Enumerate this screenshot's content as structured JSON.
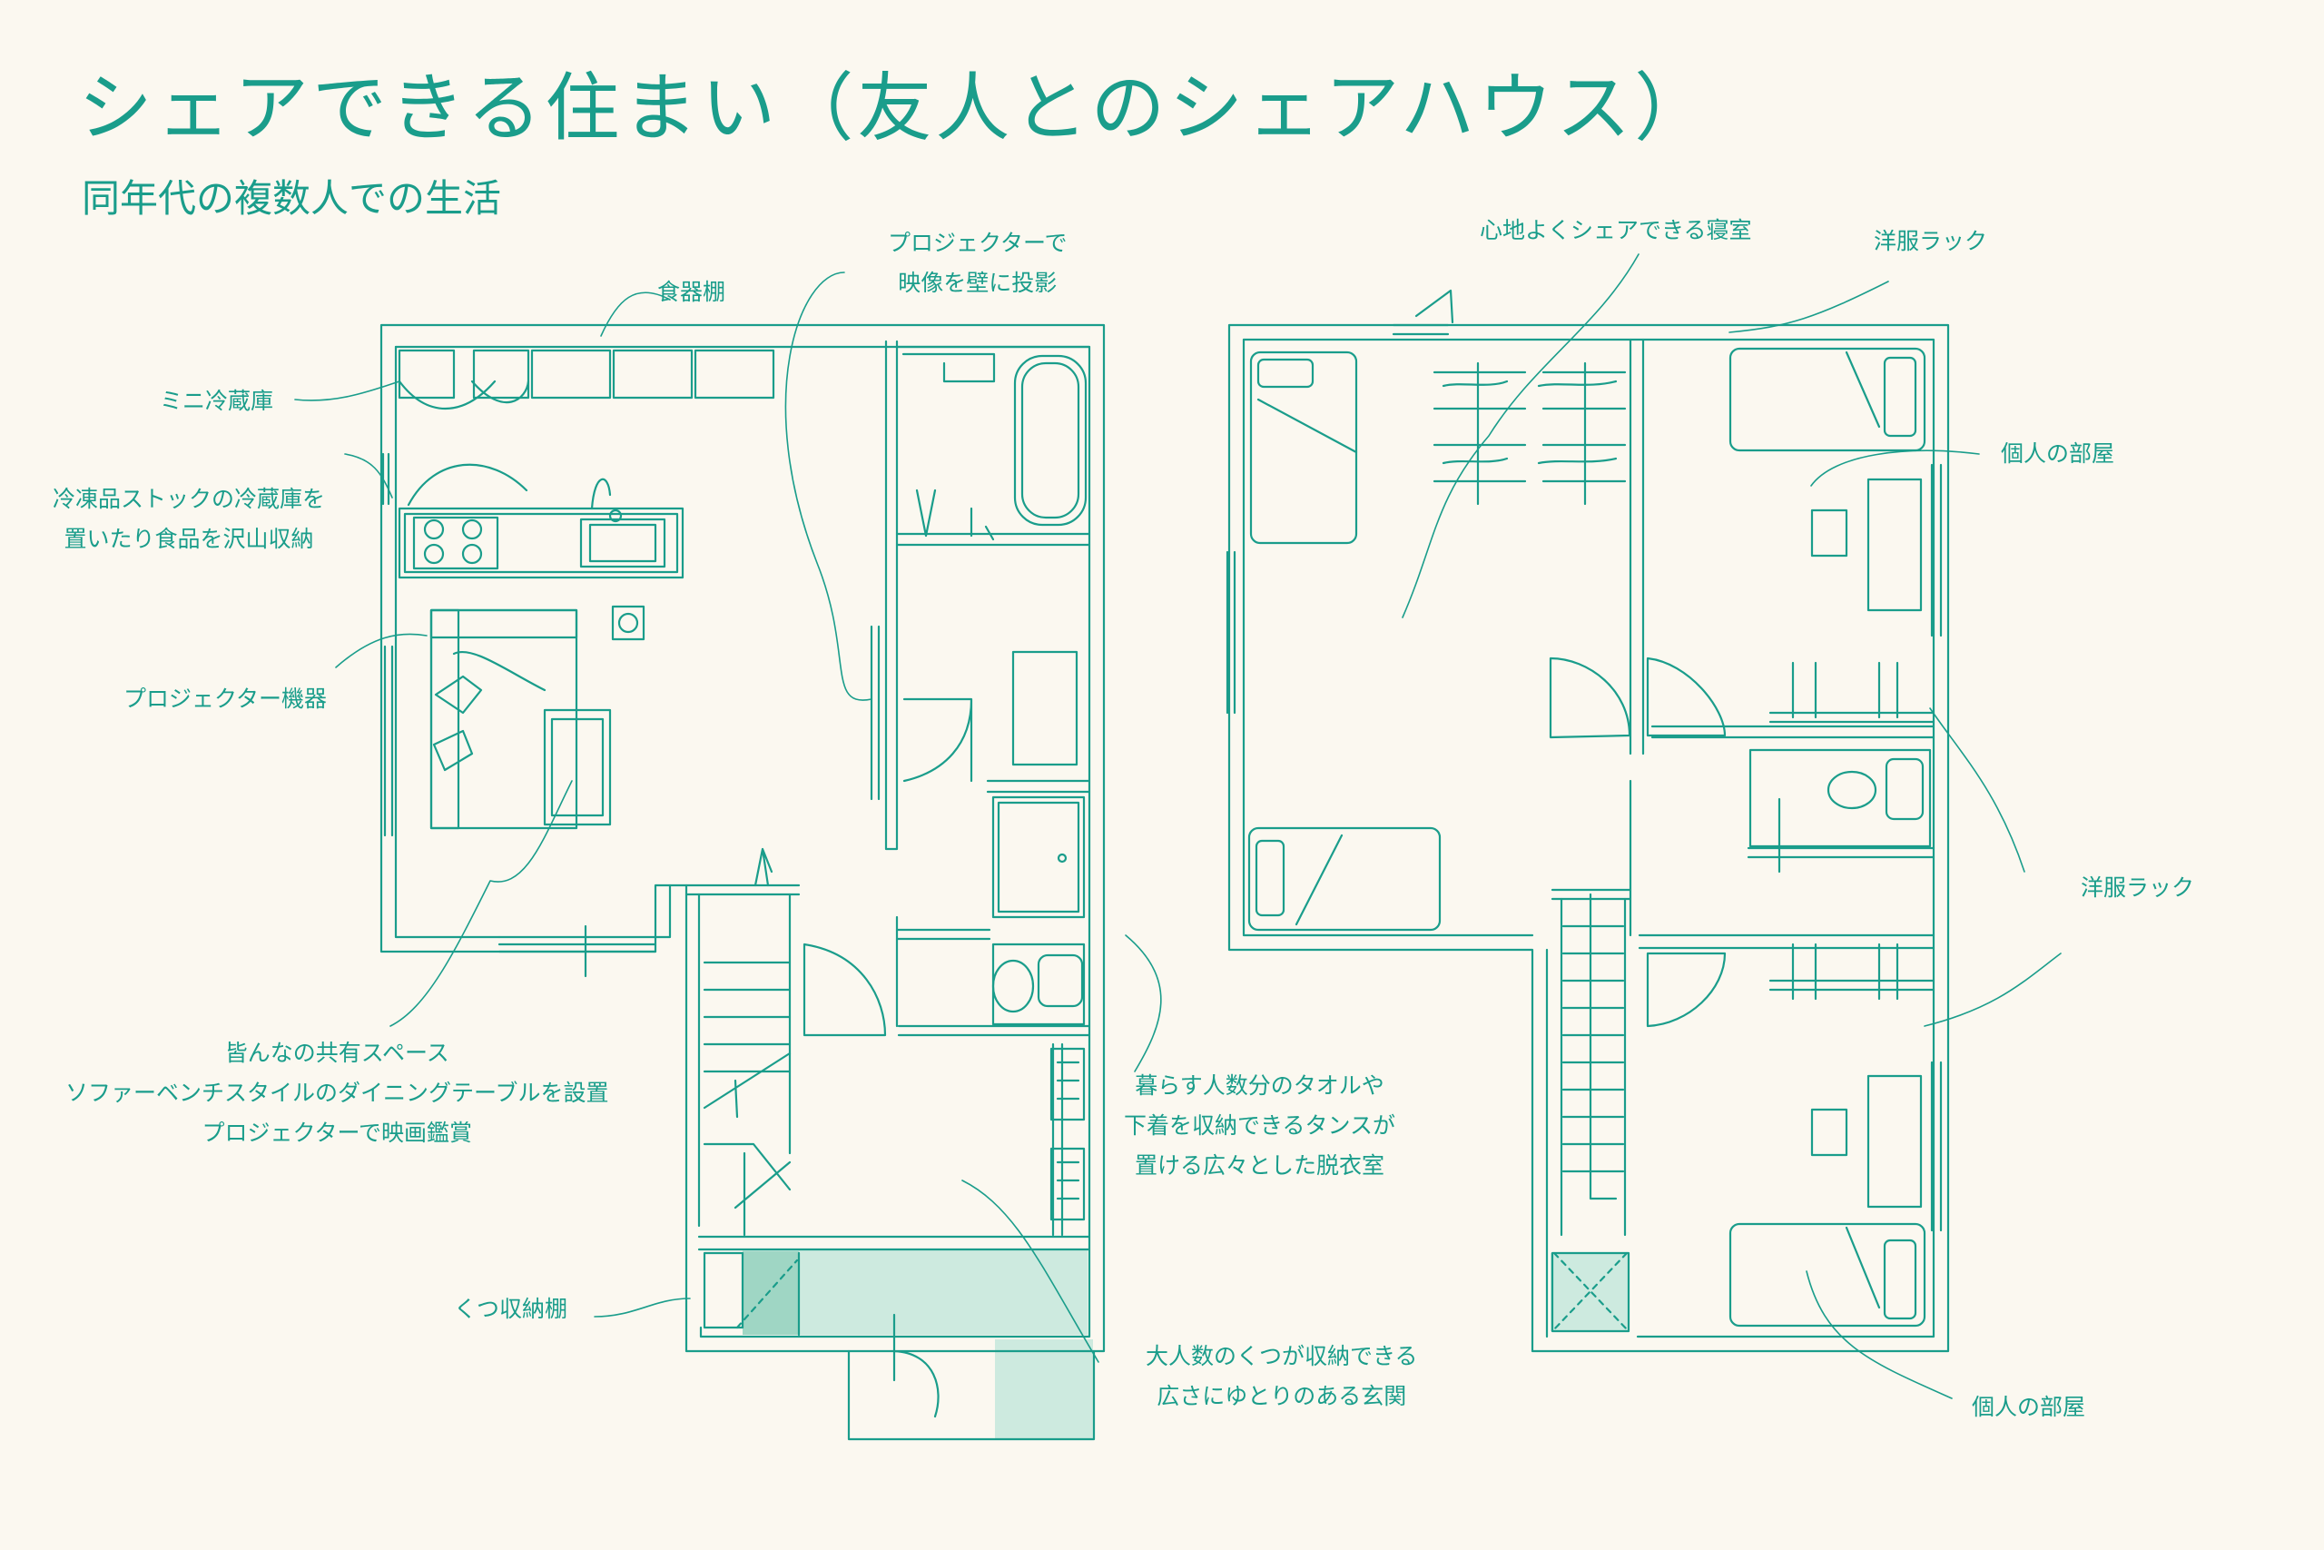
{
  "title": "シェアできる住まい（友人とのシェアハウス）",
  "subtitle": "同年代の複数人での生活",
  "labels": {
    "dish_shelf": "食器棚",
    "projector_wall_1": "プロジェクターで",
    "projector_wall_2": "映像を壁に投影",
    "mini_fridge": "ミニ冷蔵庫",
    "frozen_1": "冷凍品ストックの冷蔵庫を",
    "frozen_2": "置いたり食品を沢山収納",
    "projector_device": "プロジェクター機器",
    "shared_space_1": "皆んなの共有スペース",
    "shared_space_2": "ソファーベンチスタイルのダイニングテーブルを設置",
    "shared_space_3": "プロジェクターで映画鑑賞",
    "dressing_1": "暮らす人数分のタオルや",
    "dressing_2": "下着を収納できるタンスが",
    "dressing_3": "置ける広々とした脱衣室",
    "shoe_shelf": "くつ収納棚",
    "entrance_1": "大人数のくつが収納できる",
    "entrance_2": "広さにゆとりのある玄関",
    "shared_bedroom": "心地よくシェアできる寝室",
    "clothes_rack_1": "洋服ラック",
    "private_room_1": "個人の部屋",
    "clothes_rack_2": "洋服ラック",
    "private_room_2": "個人の部屋"
  },
  "colors": {
    "line": "#1a9d8b",
    "fill": "#b9e4d6",
    "background": "#fbf8f0"
  }
}
